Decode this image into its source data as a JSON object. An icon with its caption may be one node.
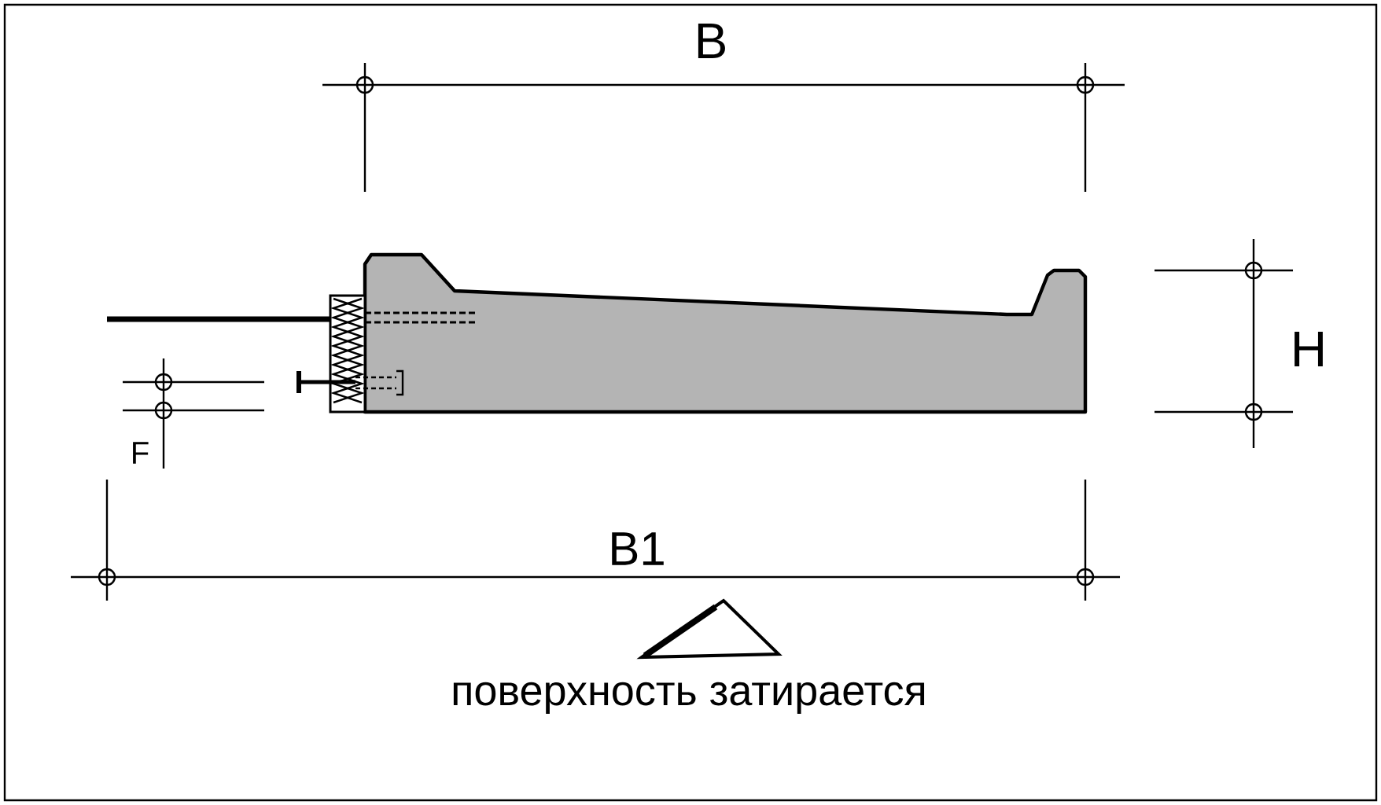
{
  "diagram": {
    "labels": [
      "B",
      "H",
      "F",
      "B1",
      "поверхность затирается"
    ]
  }
}
